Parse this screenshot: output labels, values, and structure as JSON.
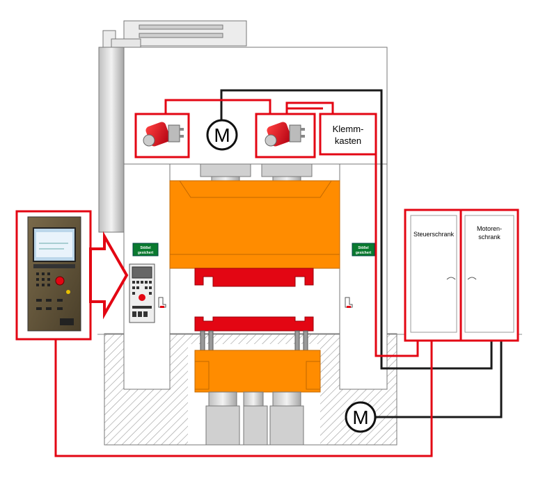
{
  "motor_symbol": "M",
  "motor_symbol_2": "M",
  "terminal_box_line1": "Klemm-",
  "terminal_box_line2": "kasten",
  "control_cabinet": "Steuerschrank",
  "motor_cabinet_line1": "Motoren-",
  "motor_cabinet_line2": "schrank",
  "safety_tag_line1": "Stößel",
  "safety_tag_line2": "gesichert",
  "colors": {
    "frame_red": "#e30613",
    "press_orange": "#ff8c00",
    "cable_black": "#1a1a1a",
    "machine_gray": "#d9d9d9",
    "safety_green": "#0a7a2f"
  },
  "icons": [
    "encoder-icon",
    "motor-icon",
    "arrow-right-icon",
    "control-panel-photo",
    "door-handle-icon"
  ]
}
